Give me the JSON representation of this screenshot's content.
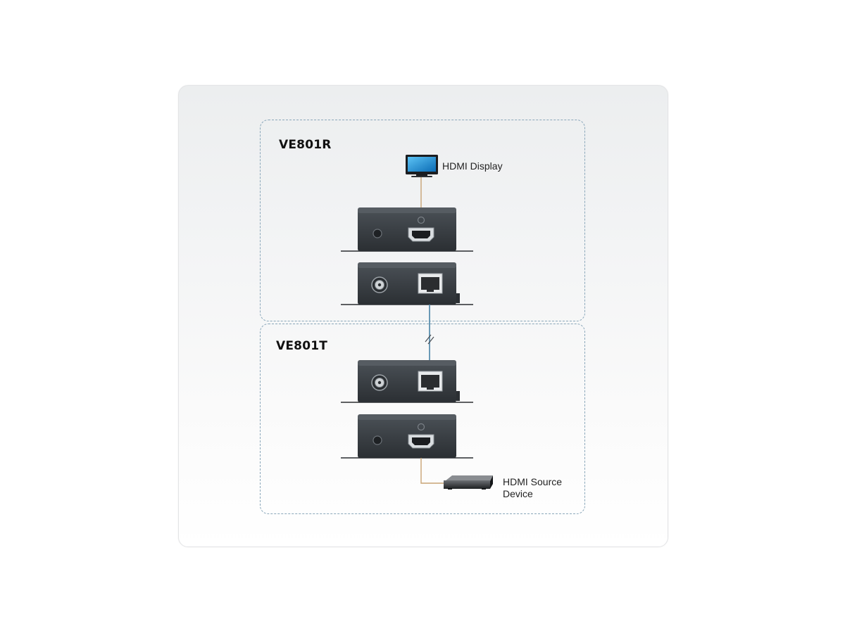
{
  "groups": {
    "receiver": {
      "title": "VE801R"
    },
    "transmitter": {
      "title": "VE801T"
    }
  },
  "devices": {
    "display": {
      "label": "HDMI Display"
    },
    "source": {
      "label_line1": "HDMI Source",
      "label_line2": "Device"
    }
  },
  "colors": {
    "dashed_border": "#8aa7ba",
    "hdmi_cable": "#c8a374",
    "cat_cable": "#5a8fae",
    "device_body": "#3a3f44",
    "screen": "#1d8fd6"
  }
}
